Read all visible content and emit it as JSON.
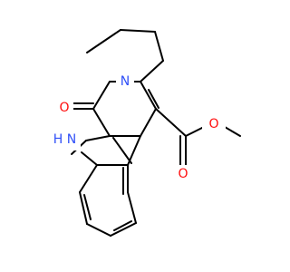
{
  "colors": {
    "bond": "#000000",
    "oxygen": "#ff0d0d",
    "nitrogen": "#3050f8",
    "background": "#ffffff"
  },
  "atoms": [
    {
      "id": "O1",
      "symbol": "O",
      "color": "oxygen"
    },
    {
      "id": "N1",
      "symbol": "N",
      "color": "nitrogen"
    },
    {
      "id": "NH",
      "symbol": "H",
      "color": "nitrogen"
    },
    {
      "id": "NH_N",
      "symbol": "N",
      "color": "nitrogen"
    },
    {
      "id": "O2",
      "symbol": "O",
      "color": "oxygen"
    },
    {
      "id": "O3",
      "symbol": "O",
      "color": "oxygen"
    }
  ]
}
